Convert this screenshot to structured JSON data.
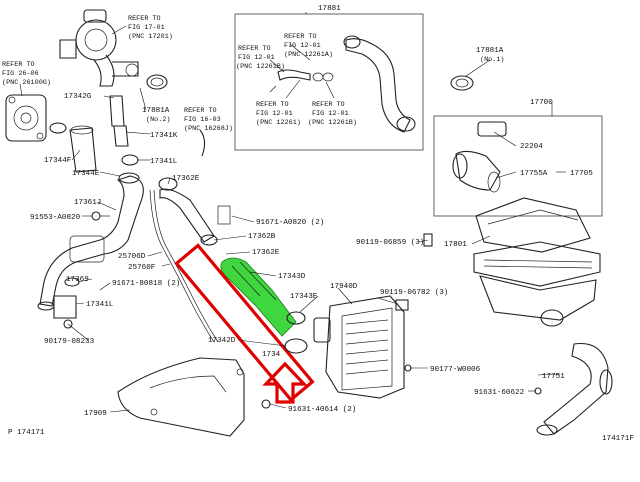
{
  "diagram": {
    "page_id": "P 174171",
    "figure_id": "174171F",
    "highlight_color": "#e00000",
    "highlight_fill": "#3fd63f",
    "arrow_color": "#e00000",
    "labels": {
      "p17881": "17881",
      "p17881A_top": "17881A",
      "p17881A_top_no": "(No.1)",
      "p17881A_mid": "17881A",
      "p17881A_mid_no": "(No.2)",
      "p17700": "17700",
      "p22204": "22204",
      "p17755A": "17755A",
      "p17705": "17705",
      "p17801": "17801",
      "p17342G": "17342G",
      "p17341K": "17341K",
      "p17341L_top": "17341L",
      "p17344F": "17344F",
      "p17344E": "17344E",
      "p17361J": "17361J",
      "p17362E": "17362E",
      "p91553": "91553-A0820",
      "p91671a": "91671-A0820 (2)",
      "p17362B": "17362B",
      "p25706D": "25706D",
      "p17362E_b": "17362E",
      "p25760F": "25760F",
      "p17343D": "17343D",
      "p17369": "17369",
      "p91671b": "91671-80818 (2)",
      "p17341L_bot": "17341L",
      "p90179": "90179-08233",
      "p17342D": "17342D",
      "p17343E": "17343E",
      "p17940D": "17940D",
      "p90119a": "90119-06859 (3)",
      "p90119b": "90119-06782 (3)",
      "p17342_partial": "1734",
      "p90177": "90177-W0006",
      "p91631a": "91631-60622",
      "p17751": "17751",
      "p17909": "17909",
      "p91631b": "91631-40614 (2)"
    },
    "refs": [
      {
        "id": "ref_pnc17201",
        "line1": "REFER TO",
        "line2": "FIG 17-01",
        "line3": "(PNC 17201)"
      },
      {
        "id": "ref_pnc26100g",
        "line1": "REFER TO",
        "line2": "FIG 26-06",
        "line3": "(PNC 26100G)"
      },
      {
        "id": "ref_pnc16268j",
        "line1": "REFER TO",
        "line2": "FIG 16-03",
        "line3": "(PNC 16268J)"
      },
      {
        "id": "ref_pnc12261b_l",
        "line1": "REFER TO",
        "line2": "FIG 12-01",
        "line3": "(PNC 12261B)"
      },
      {
        "id": "ref_pnc12261a",
        "line1": "REFER TO",
        "line2": "FIG 12-01",
        "line3": "(PNC 12261A)"
      },
      {
        "id": "ref_pnc12261",
        "line1": "REFER TO",
        "line2": "FIG 12-01",
        "line3": "(PNC 12261)"
      },
      {
        "id": "ref_pnc12261b_r",
        "line1": "REFER TO",
        "line2": "FIG 12-01",
        "line3": "(PNC 12261B)"
      }
    ]
  }
}
